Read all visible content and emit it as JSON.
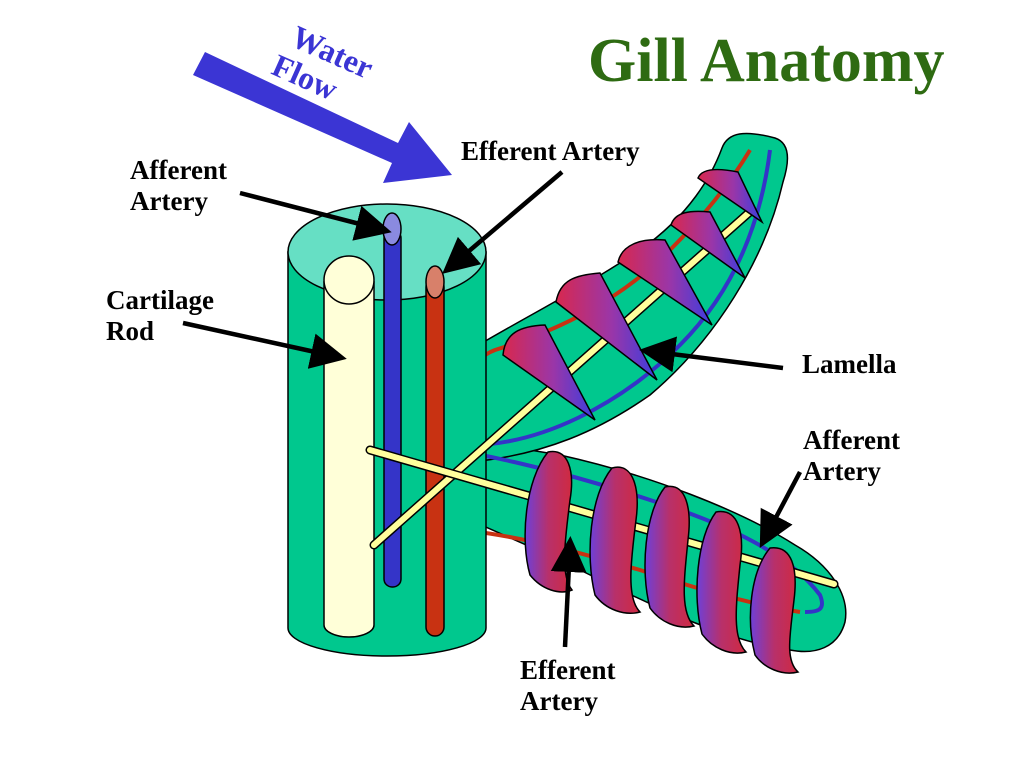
{
  "title": "Gill Anatomy",
  "water_flow": {
    "line1": "Water",
    "line2": "Flow"
  },
  "labels": {
    "afferent_artery_left": {
      "line1": "Afferent",
      "line2": "Artery"
    },
    "efferent_artery_top": "Efferent Artery",
    "cartilage_rod": {
      "line1": "Cartilage",
      "line2": "Rod"
    },
    "lamella": "Lamella",
    "afferent_artery_right": {
      "line1": "Afferent",
      "line2": "Artery"
    },
    "efferent_artery_bottom": {
      "line1": "Efferent",
      "line2": "Artery"
    }
  },
  "colors": {
    "gill_green": "#00c88e",
    "gill_top": "#66dfc4",
    "cartilage": "#ffffd8",
    "afferent_blue": "#3434c8",
    "efferent_red": "#c83212",
    "arrow_blue": "#3b35d4",
    "title_green": "#2e6b12"
  }
}
